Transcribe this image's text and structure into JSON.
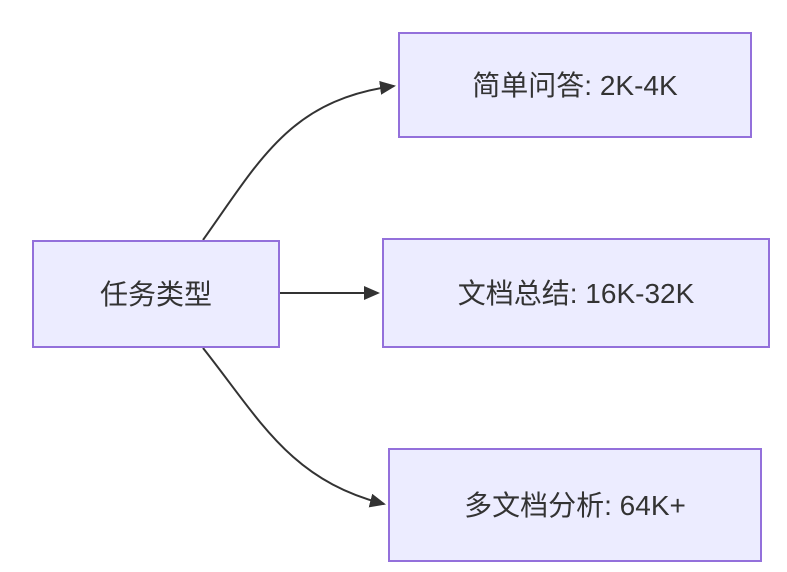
{
  "diagram": {
    "type": "flowchart",
    "direction": "left-to-right",
    "background_color": "#ffffff",
    "style": {
      "node_fill": "#ECECFF",
      "node_border": "#9370DB",
      "edge_color": "#333333",
      "text_color": "#333333"
    },
    "nodes": [
      {
        "id": "task-type",
        "label": "任务类型"
      },
      {
        "id": "simple-qa",
        "label": "简单问答: 2K-4K"
      },
      {
        "id": "doc-summary",
        "label": "文档总结: 16K-32K"
      },
      {
        "id": "multidoc-analysis",
        "label": "多文档分析: 64K+"
      }
    ],
    "edges": [
      {
        "from": "task-type",
        "to": "simple-qa"
      },
      {
        "from": "task-type",
        "to": "doc-summary"
      },
      {
        "from": "task-type",
        "to": "multidoc-analysis"
      }
    ]
  }
}
